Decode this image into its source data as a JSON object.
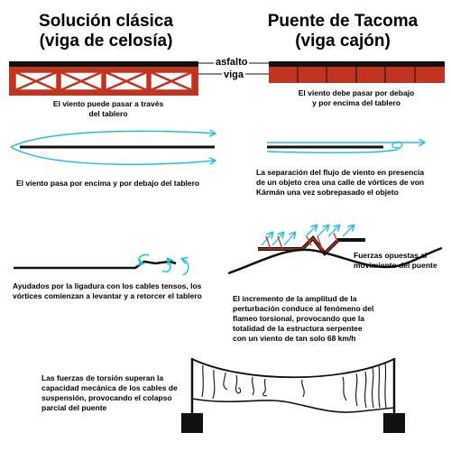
{
  "titles": {
    "left_line1": "Solución clásica",
    "left_line2": "(viga de celosía)",
    "right_line1": "Puente de Tacoma",
    "right_line2": "(viga cajón)"
  },
  "labels": {
    "asfalto": "asfalto",
    "viga": "viga"
  },
  "captions": {
    "left_truss_1": "El viento puede pasar a través",
    "left_truss_2": "del tablero",
    "right_box_1": "El viento debe pasar por debajo",
    "right_box_2": "y por encima del tablero",
    "left_flow": "El viento pasa por encima y por debajo del tablero",
    "right_flow_1": "La separación del flujo de viento en presencia",
    "right_flow_2": "de un objeto crea una calle de vórtices de von",
    "right_flow_3": "Kármán una vez sobrepasado el objeto",
    "left_cables_1": "Ayudados por la ligadura con los cables tensos, los",
    "left_cables_2": "vórtices comienzan a levantar y a retorcer el tablero",
    "forces_1": "Fuerzas opuestas al",
    "forces_2": "movimiento del puente",
    "flutter_1": "El incremento de la amplitud de la",
    "flutter_2": "perturbación conduce al fenómeno del",
    "flutter_3": "flameo torsional, provocando que la",
    "flutter_4": "totalidad de la estructura serpentee",
    "flutter_5": "con un viento de tan solo 68 km/h",
    "collapse_1": "Las fuerzas de torsión superan la",
    "collapse_2": "capacidad mecánica de los cables de",
    "collapse_3": "suspensión, provocando el colapso",
    "collapse_4": "parcial del puente"
  },
  "colors": {
    "beam_red": "#C1341F",
    "wind_cyan": "#1FC0E8",
    "asphalt": "#111111"
  }
}
